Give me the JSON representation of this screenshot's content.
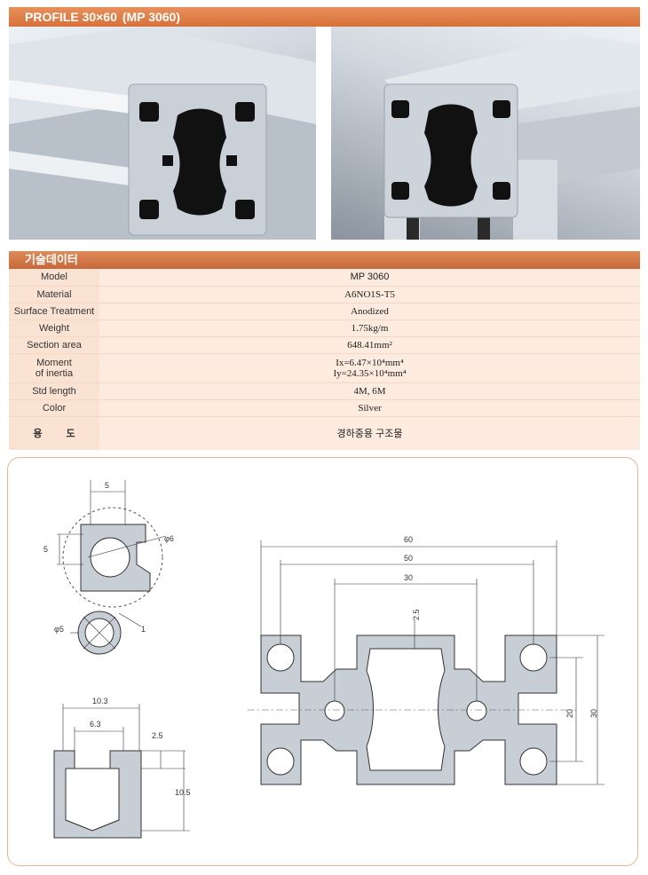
{
  "header": {
    "title": "PROFILE 30×60",
    "code": "(MP 3060)"
  },
  "section_title": "기술데이터",
  "specs": {
    "model": {
      "label": "Model",
      "value": "MP 3060"
    },
    "material": {
      "label": "Material",
      "value": "A6NO1S-T5"
    },
    "surface": {
      "label": "Surface Treatment",
      "value": "Anodized"
    },
    "weight": {
      "label": "Weight",
      "value": "1.75kg/m"
    },
    "section_area": {
      "label": "Section area",
      "value": "648.41mm²"
    },
    "moment": {
      "label_1": "Moment",
      "label_2": "of inertia",
      "value_1": "Ix=6.47×10⁴mm⁴",
      "value_2": "Iy=24.35×10⁴mm⁴"
    },
    "std_length": {
      "label": "Std length",
      "value": "4M, 6M"
    },
    "color": {
      "label": "Color",
      "value": "Silver"
    },
    "use": {
      "label": "용 도",
      "value": "경하중용 구조물"
    }
  },
  "dimensions": {
    "slot_detail": {
      "width": "5",
      "height": "5",
      "hole": "φ6"
    },
    "core_detail": {
      "hole": "φ5",
      "thk": "1"
    },
    "groove_detail": {
      "outer": "10.3",
      "inner": "6.3",
      "lip": "2.5",
      "depth": "10.5"
    },
    "main": {
      "w60": "60",
      "w50": "50",
      "w30": "30",
      "t25": "2.5",
      "h20": "20",
      "h30": "30"
    }
  },
  "colors": {
    "accent": "#d8703a",
    "table_bg": "#fdebdf",
    "profile_fill": "#c7ced6",
    "panel_border": "#e9b48f"
  }
}
